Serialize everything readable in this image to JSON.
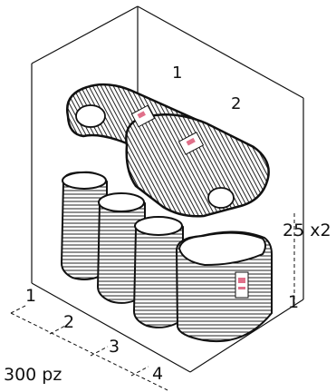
{
  "labels": {
    "top_row_1": "1",
    "top_row_2": "2",
    "stack_count": "25 x2",
    "height_count": "1",
    "base_1": "1",
    "base_2": "2",
    "base_3": "3",
    "base_4": "4",
    "total": "300 pz"
  },
  "colors": {
    "line": "#111111",
    "fill": "#ffffff",
    "sticker_accent": "#e0708a"
  }
}
